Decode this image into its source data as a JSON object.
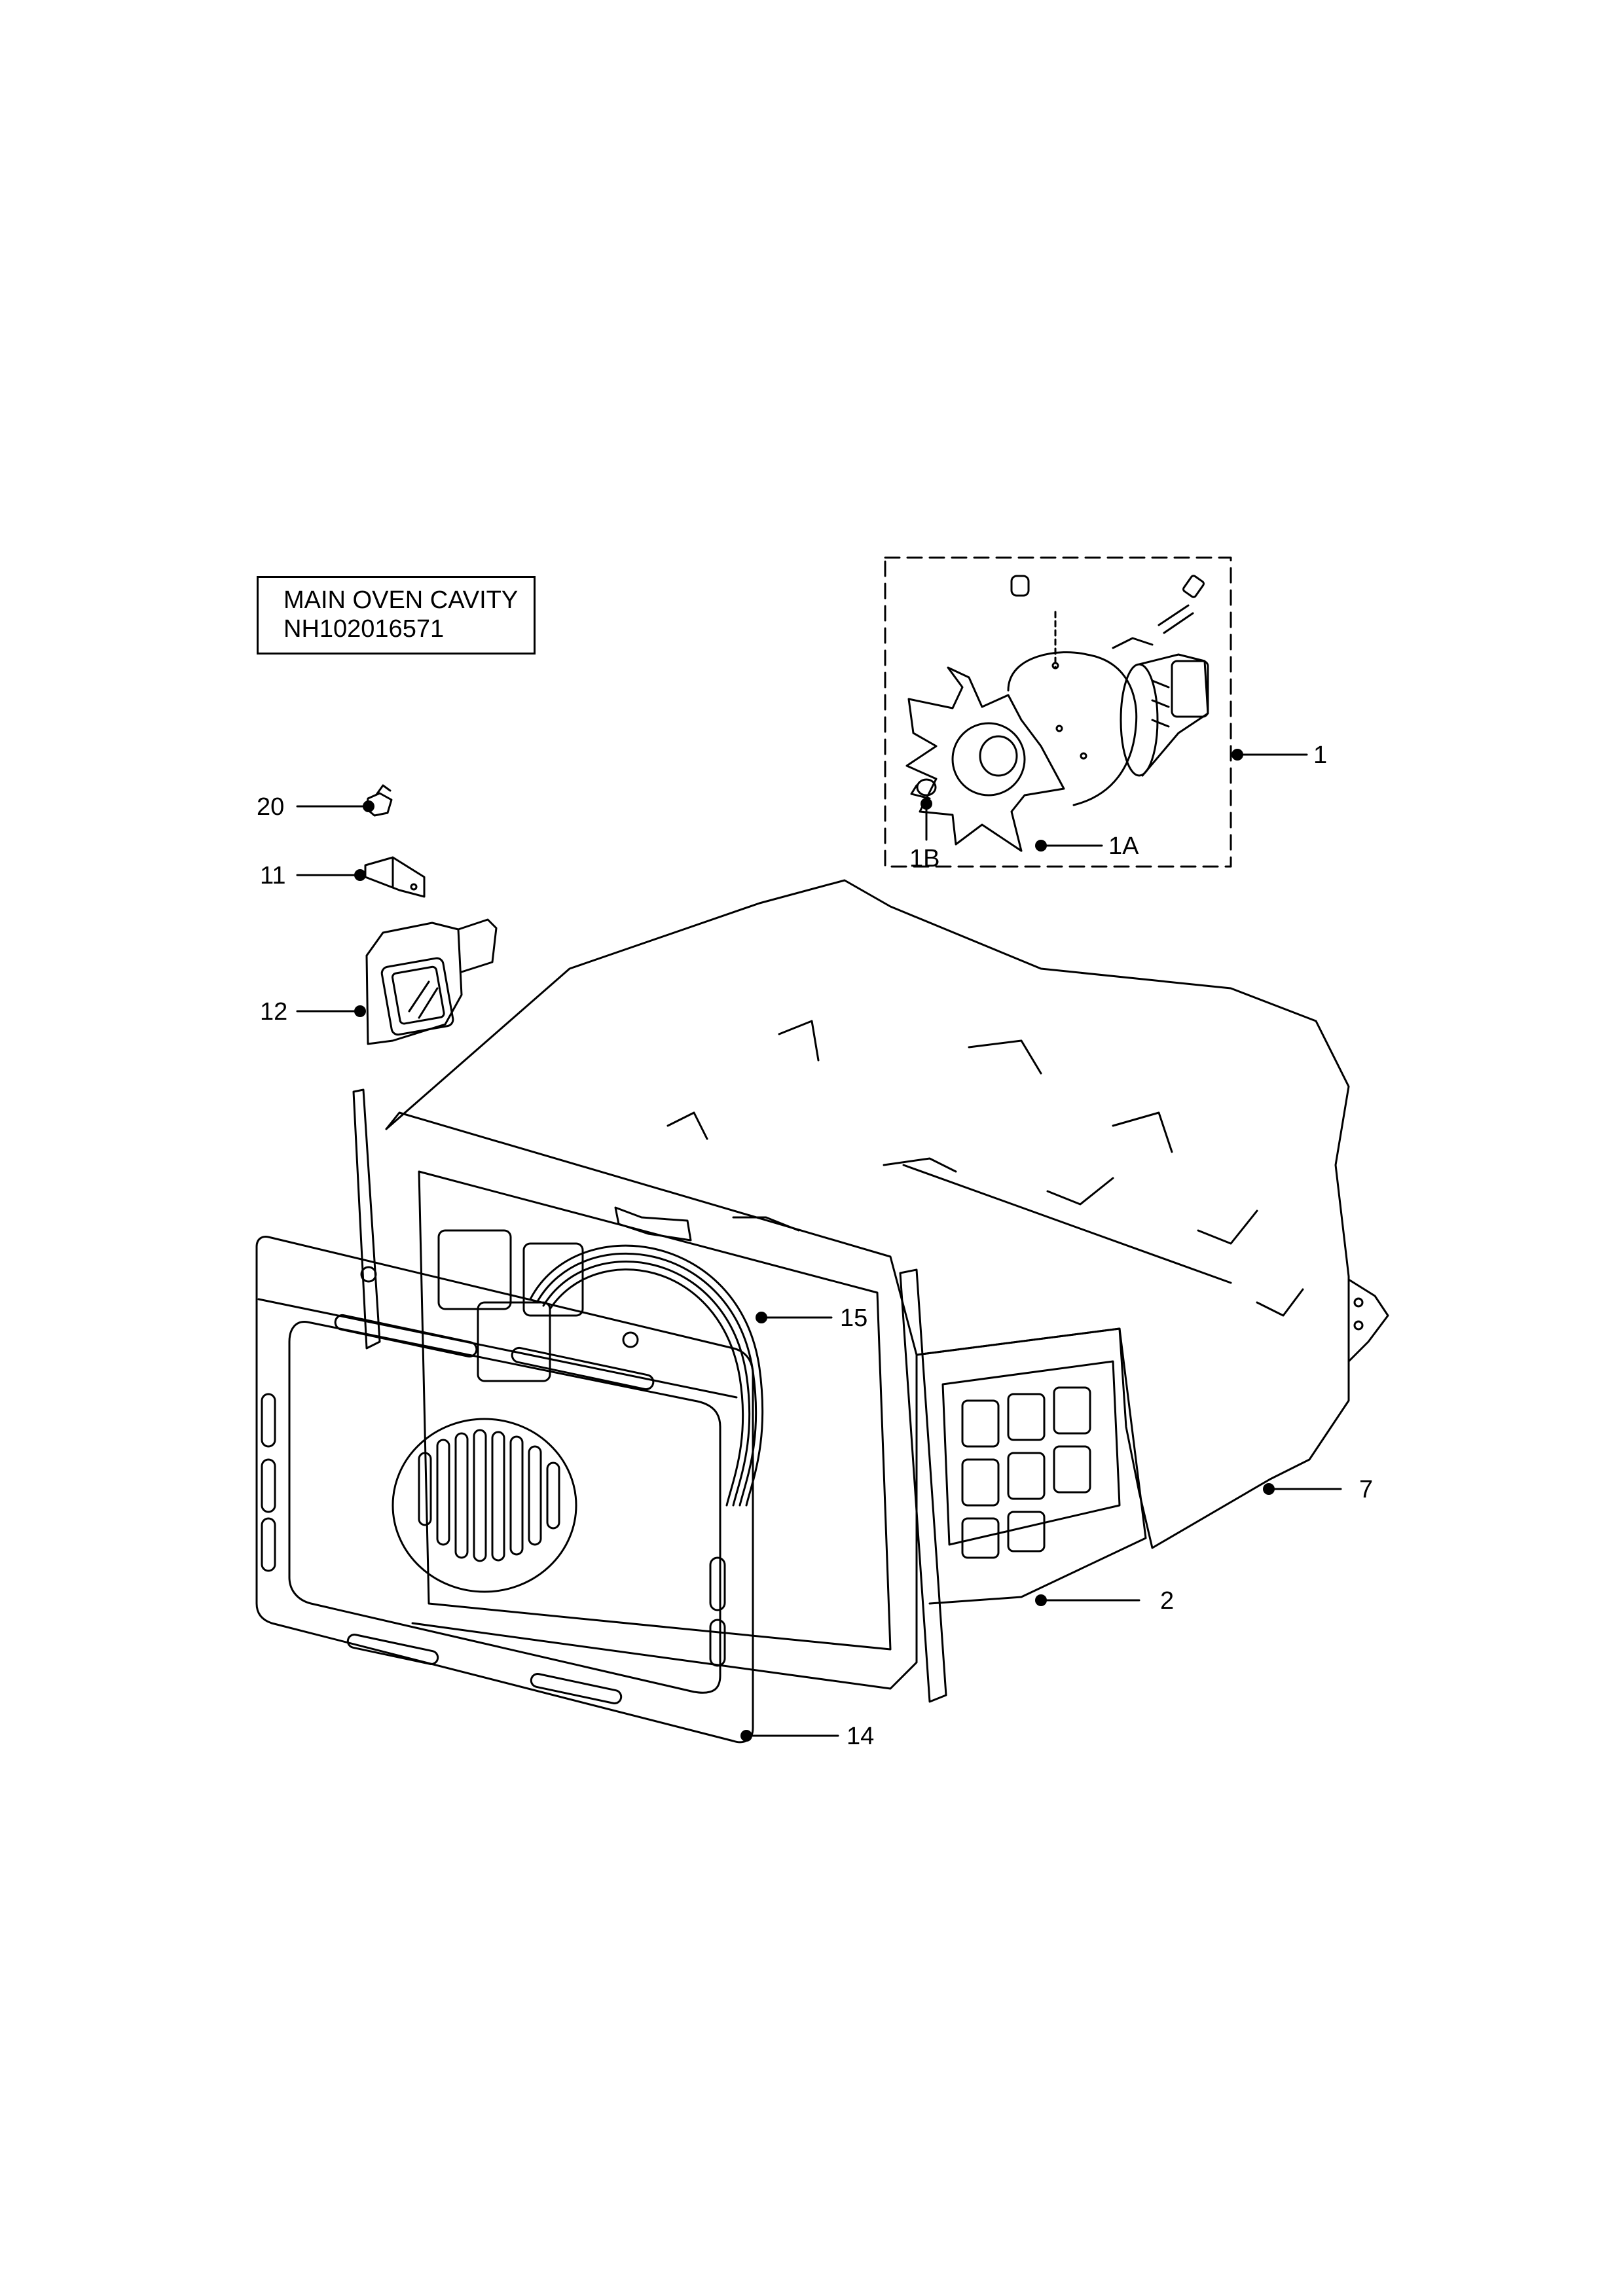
{
  "title": {
    "line1": "MAIN OVEN CAVITY",
    "line2": "NH102016571"
  },
  "callouts": [
    {
      "id": "1",
      "label": "1"
    },
    {
      "id": "1A",
      "label": "1A"
    },
    {
      "id": "1B",
      "label": "1B"
    },
    {
      "id": "20",
      "label": "20"
    },
    {
      "id": "11",
      "label": "11"
    },
    {
      "id": "12",
      "label": "12"
    },
    {
      "id": "15",
      "label": "15"
    },
    {
      "id": "7",
      "label": "7"
    },
    {
      "id": "2",
      "label": "2"
    },
    {
      "id": "14",
      "label": "14"
    }
  ],
  "colors": {
    "line": "#000000",
    "background": "#ffffff"
  }
}
